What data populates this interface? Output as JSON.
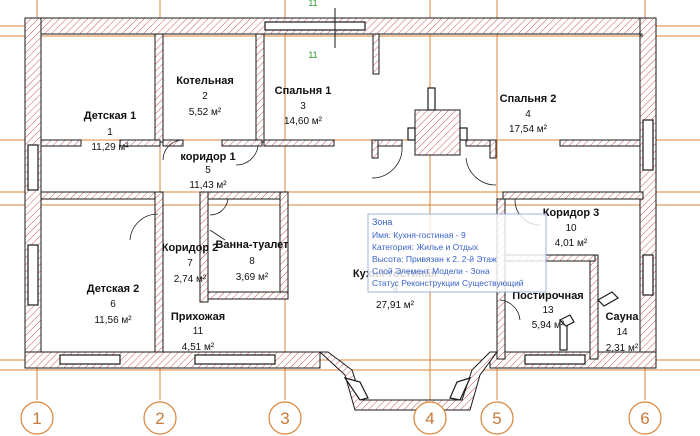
{
  "axes": [
    {
      "label": "1"
    },
    {
      "label": "2"
    },
    {
      "label": "3"
    },
    {
      "label": "4"
    },
    {
      "label": "5"
    },
    {
      "label": "6"
    }
  ],
  "rooms": [
    {
      "name": "Детская 1",
      "number": "1",
      "area": "11,29 м²"
    },
    {
      "name": "Котельная",
      "number": "2",
      "area": "5,52 м²"
    },
    {
      "name": "Спальня 1",
      "number": "3",
      "area": "14,60 м²"
    },
    {
      "name": "Спальня 2",
      "number": "4",
      "area": "17,54 м²"
    },
    {
      "name": "коридор 1",
      "number": "5",
      "area": "11,43 м²"
    },
    {
      "name": "Детская 2",
      "number": "6",
      "area": "11,56 м²"
    },
    {
      "name": "Коридор 2",
      "number": "7",
      "area": "2,74 м²"
    },
    {
      "name": "Ванна-туалет",
      "number": "8",
      "area": "3,69 м²"
    },
    {
      "name": "Кухня-гостиная",
      "number": "9",
      "area": "27,91 м²"
    },
    {
      "name": "Коридор 3",
      "number": "10",
      "area": "4,01 м²"
    },
    {
      "name": "Прихожая",
      "number": "11",
      "area": "4,51 м²"
    },
    {
      "name": "Постирочная",
      "number": "13",
      "area": "5,94 м²"
    },
    {
      "name": "Сауна",
      "number": "14",
      "area": "2,31 м²"
    }
  ],
  "section_marks": {
    "top": "11",
    "bottom": "11"
  },
  "tooltip": {
    "title": "Зона",
    "lines": [
      "Имя: Кухня-гостиная - 9",
      "Категория: Жилье и Отдых",
      "Высота: Привязан к 2. 2-й Этаж",
      "Слой Элемент Модели - Зона",
      "Статус Реконструкции Существующий"
    ]
  }
}
